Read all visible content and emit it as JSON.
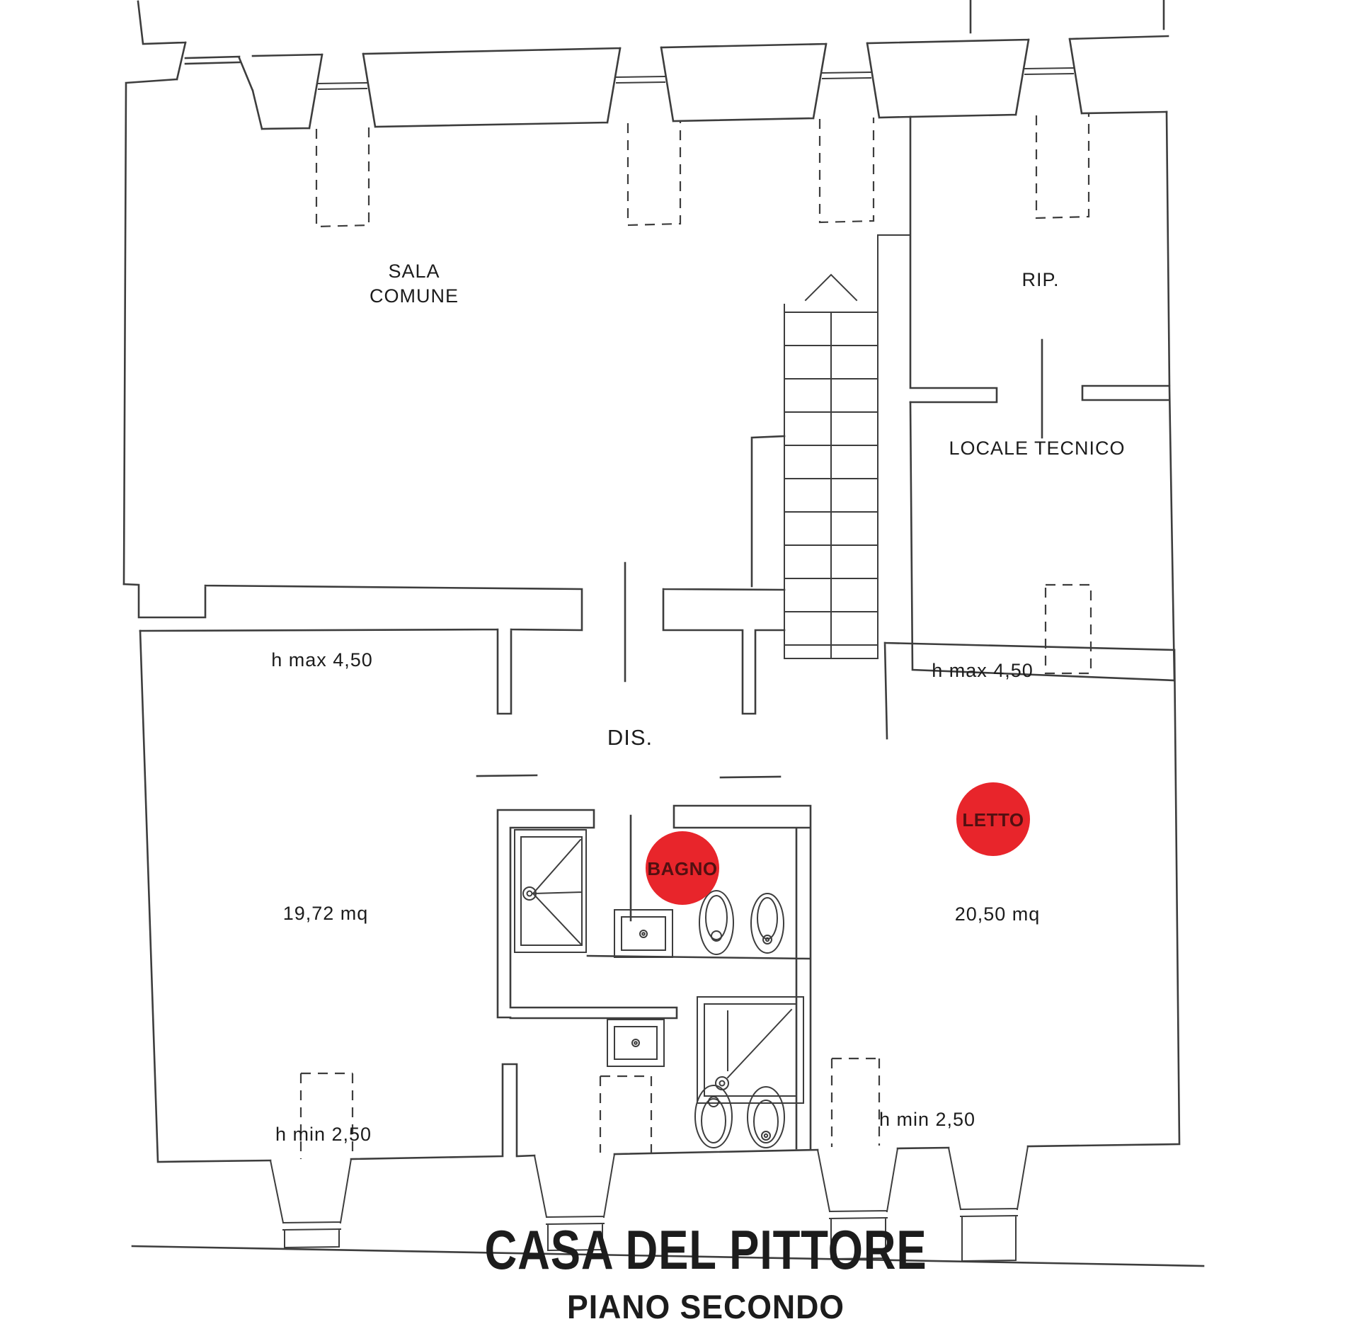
{
  "colors": {
    "line": "#3d3d3d",
    "accent_red": "#e8252b",
    "text": "#1c1c1c"
  },
  "rooms": {
    "sala_comune_line1": "SALA",
    "sala_comune_line2": "COMUNE",
    "rip": "RIP.",
    "locale_tecnico": "LOCALE TECNICO",
    "dis": "DIS."
  },
  "markers": {
    "bagno": {
      "label": "BAGNO"
    },
    "letto": {
      "label": "LETTO"
    }
  },
  "annotations": {
    "area_left": "19,72 mq",
    "area_right": "20,50 mq",
    "h_max_left": "h max 4,50",
    "h_max_right": "h max 4,50",
    "h_min_left": "h min 2,50",
    "h_min_right": "h min 2,50"
  },
  "title": {
    "main": "CASA DEL PITTORE",
    "subtitle": "PIANO SECONDO"
  }
}
